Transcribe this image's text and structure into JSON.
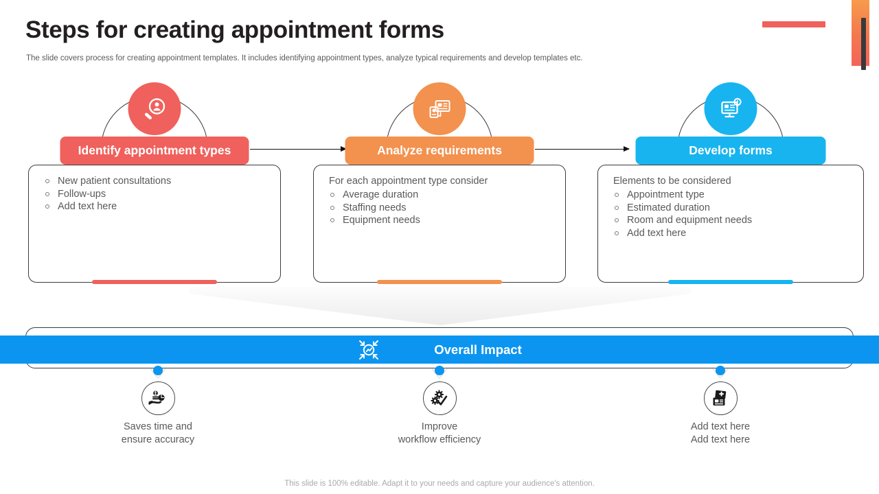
{
  "header": {
    "title": "Steps for creating appointment forms",
    "subtitle": "The slide covers process for creating appointment templates. It includes identifying appointment types, analyze typical requirements and develop templates etc."
  },
  "colors": {
    "red": "#F0605C",
    "orange": "#F3914E",
    "blue": "#18B4F0",
    "impact_blue": "#0C95F0",
    "text_grey": "#58595b",
    "title_black": "#231f20",
    "footer_grey": "#a7a9ac"
  },
  "steps": [
    {
      "title": "Identify appointment types",
      "icon": "magnifier-person-icon",
      "color": "#F0605C",
      "intro": "",
      "bullets": [
        "New patient consultations",
        "Follow-ups",
        "Add text here"
      ]
    },
    {
      "title": "Analyze requirements",
      "icon": "document-analysis-icon",
      "color": "#F3914E",
      "intro": "For each appointment type consider",
      "bullets": [
        "Average duration",
        "Staffing needs",
        "Equipment needs"
      ]
    },
    {
      "title": "Develop forms",
      "icon": "monitor-form-icon",
      "color": "#18B4F0",
      "intro": "Elements to be considered",
      "bullets": [
        "Appointment type",
        "Estimated duration",
        "Room and equipment needs",
        "Add text here"
      ]
    }
  ],
  "impact": {
    "banner_label": "Overall Impact",
    "banner_icon": "impact-arrows-icon",
    "items": [
      {
        "icon": "hand-money-time-icon",
        "lines": [
          "Saves time and",
          "ensure accuracy"
        ]
      },
      {
        "icon": "gears-check-icon",
        "lines": [
          "Improve",
          "workflow efficiency"
        ]
      },
      {
        "icon": "medical-record-icon",
        "lines": [
          "Add text here",
          "Add text here"
        ]
      }
    ]
  },
  "footer": {
    "note": "This slide is 100% editable. Adapt it to your needs and capture your audience's attention."
  }
}
